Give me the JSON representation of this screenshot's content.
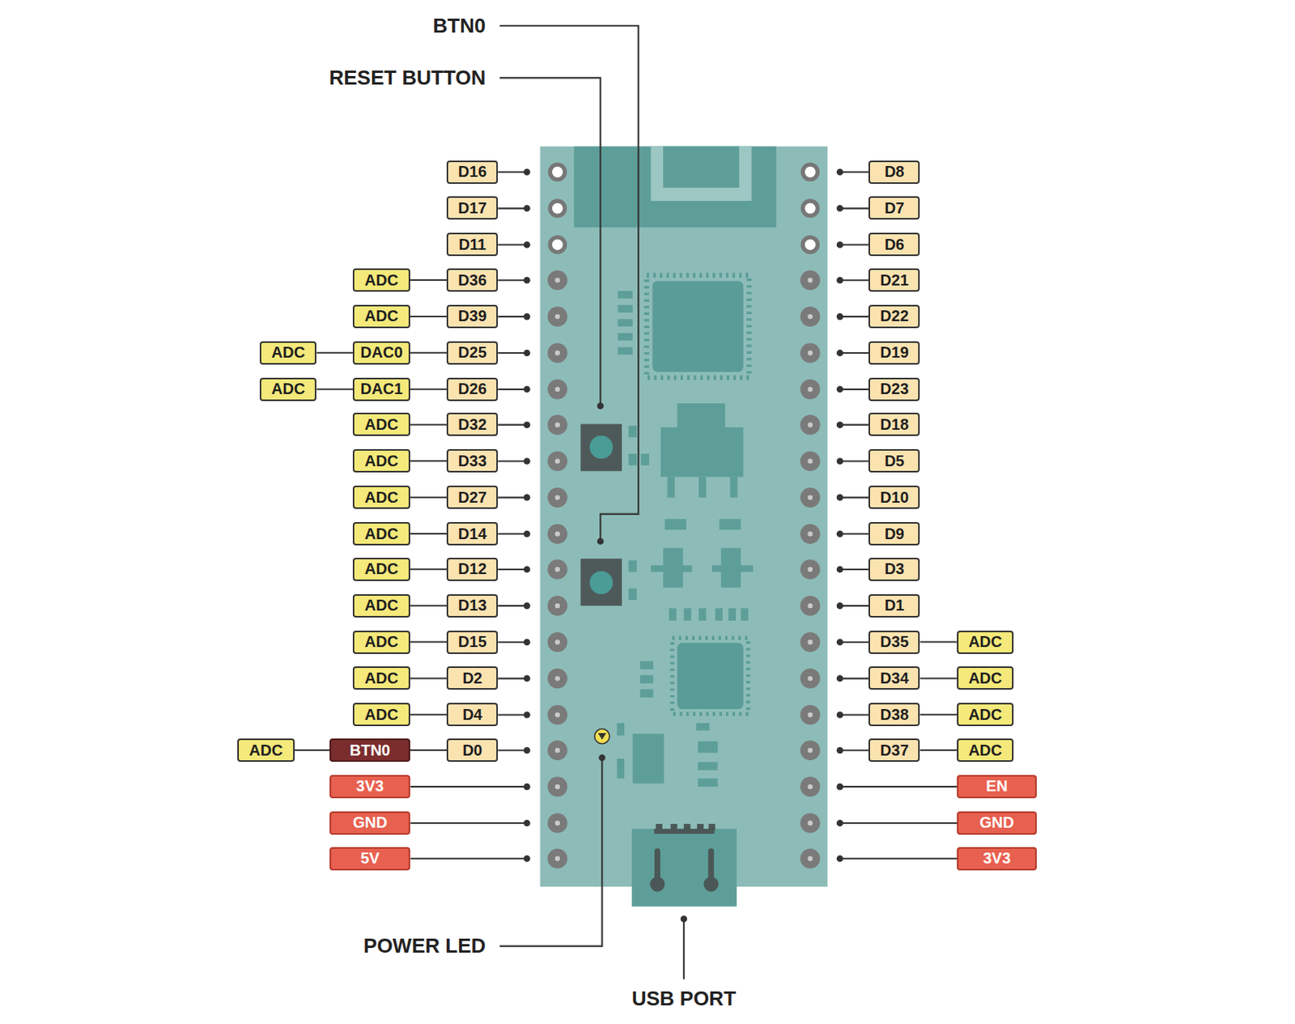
{
  "diagram": {
    "nodes": [
      {
        "text": [
          "D16"
        ]
      },
      {
        "text": [
          "D8"
        ]
      },
      {
        "text": [
          "D17"
        ]
      },
      {
        "text": [
          "D7"
        ]
      },
      {
        "text": [
          "D11"
        ]
      },
      {
        "text": [
          "D6"
        ]
      },
      {
        "text": [
          "ADC"
        ]
      },
      {
        "text": [
          "D36"
        ]
      },
      {
        "text": [
          "D21"
        ]
      },
      {
        "text": [
          "ADC"
        ]
      },
      {
        "text": [
          "D39"
        ]
      },
      {
        "text": [
          "D22"
        ]
      },
      {
        "text": [
          "ADC"
        ]
      },
      {
        "text": [
          "DAC0"
        ]
      },
      {
        "text": [
          "D25"
        ]
      },
      {
        "text": [
          "D19"
        ]
      },
      {
        "text": [
          "ADC"
        ]
      },
      {
        "text": [
          "DAC1"
        ]
      },
      {
        "text": [
          "D26"
        ]
      },
      {
        "text": [
          "D23"
        ]
      },
      {
        "text": [
          "ADC"
        ]
      },
      {
        "text": [
          "D32"
        ]
      },
      {
        "text": [
          "D18"
        ]
      },
      {
        "text": [
          "ADC"
        ]
      },
      {
        "text": [
          "D33"
        ]
      },
      {
        "text": [
          "D5"
        ]
      },
      {
        "text": [
          "ADC"
        ]
      },
      {
        "text": [
          "D27"
        ]
      },
      {
        "text": [
          "D10"
        ]
      },
      {
        "text": [
          "ADC"
        ]
      },
      {
        "text": [
          "D14"
        ]
      },
      {
        "text": [
          "D9"
        ]
      },
      {
        "text": [
          "ADC"
        ]
      },
      {
        "text": [
          "D12"
        ]
      },
      {
        "text": [
          "D3"
        ]
      },
      {
        "text": [
          "ADC"
        ]
      },
      {
        "text": [
          "D13"
        ]
      },
      {
        "text": [
          "D1"
        ]
      },
      {
        "text": [
          "ADC"
        ]
      },
      {
        "text": [
          "D15"
        ]
      },
      {
        "text": [
          "D35"
        ]
      },
      {
        "text": [
          "ADC"
        ]
      },
      {
        "text": [
          "ADC"
        ]
      },
      {
        "text": [
          "D2"
        ]
      },
      {
        "text": [
          "D34"
        ]
      },
      {
        "text": [
          "ADC"
        ]
      },
      {
        "text": [
          "ADC"
        ]
      },
      {
        "text": [
          "D4"
        ]
      },
      {
        "text": [
          "D38"
        ]
      },
      {
        "text": [
          "ADC"
        ]
      },
      {
        "text": [
          "ADC"
        ]
      },
      {
        "text": [
          "BTN0"
        ]
      },
      {
        "text": [
          "D0"
        ]
      },
      {
        "text": [
          "D37"
        ]
      },
      {
        "text": [
          "ADC"
        ]
      },
      {
        "text": [
          "3V3"
        ]
      },
      {
        "text": [
          "EN"
        ]
      },
      {
        "text": [
          "GND"
        ]
      },
      {
        "text": [
          "GND"
        ]
      },
      {
        "text": [
          "5V"
        ]
      },
      {
        "text": [
          "3V3"
        ]
      }
    ],
    "edges": [
      {
        "from": 7,
        "to": 6,
        "arrow": "none"
      },
      {
        "from": 10,
        "to": 9,
        "arrow": "none"
      },
      {
        "from": 14,
        "to": 13,
        "arrow": "none"
      },
      {
        "from": 13,
        "to": 12,
        "arrow": "none"
      },
      {
        "from": 18,
        "to": 17,
        "arrow": "none"
      },
      {
        "from": 17,
        "to": 16,
        "arrow": "none"
      },
      {
        "from": 21,
        "to": 20,
        "arrow": "none"
      },
      {
        "from": 24,
        "to": 23,
        "arrow": "none"
      },
      {
        "from": 27,
        "to": 26,
        "arrow": "none"
      },
      {
        "from": 30,
        "to": 29,
        "arrow": "none"
      },
      {
        "from": 33,
        "to": 32,
        "arrow": "none"
      },
      {
        "from": 36,
        "to": 35,
        "arrow": "none"
      },
      {
        "from": 39,
        "to": 38,
        "arrow": "none"
      },
      {
        "from": 40,
        "to": 41,
        "arrow": "none"
      },
      {
        "from": 43,
        "to": 42,
        "arrow": "none"
      },
      {
        "from": 44,
        "to": 45,
        "arrow": "none"
      },
      {
        "from": 47,
        "to": 46,
        "arrow": "none"
      },
      {
        "from": 48,
        "to": 49,
        "arrow": "none"
      },
      {
        "from": 52,
        "to": 51,
        "arrow": "none"
      },
      {
        "from": 51,
        "to": 50,
        "arrow": "none"
      },
      {
        "from": 53,
        "to": 54,
        "arrow": "none"
      }
    ],
    "labels": [
      "BTN0",
      "RESET BUTTON",
      "POWER LED",
      "USB PORT"
    ]
  }
}
